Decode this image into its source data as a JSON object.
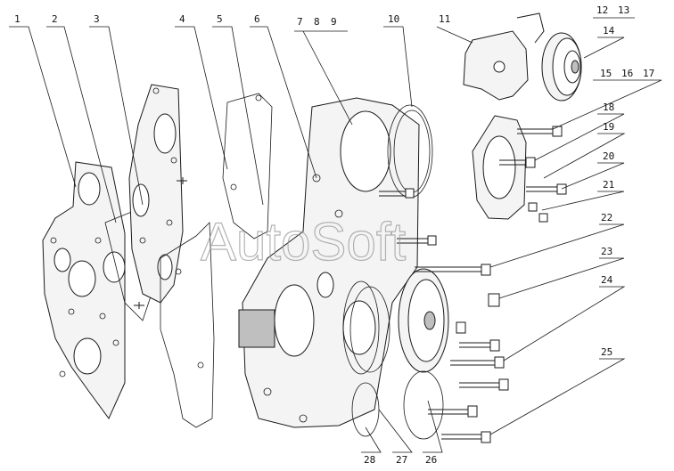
{
  "callouts": [
    "1",
    "2",
    "3",
    "4",
    "5",
    "6",
    "7",
    "8",
    "9",
    "10",
    "11",
    "12",
    "13",
    "14",
    "15",
    "16",
    "17",
    "18",
    "19",
    "20",
    "21",
    "22",
    "23",
    "24",
    "25",
    "26",
    "27",
    "28"
  ],
  "watermark": "AutoSoft",
  "colors": {
    "line": "#1a1a1a",
    "fill": "#f4f4f4",
    "watermark": "#9a9a9a"
  }
}
